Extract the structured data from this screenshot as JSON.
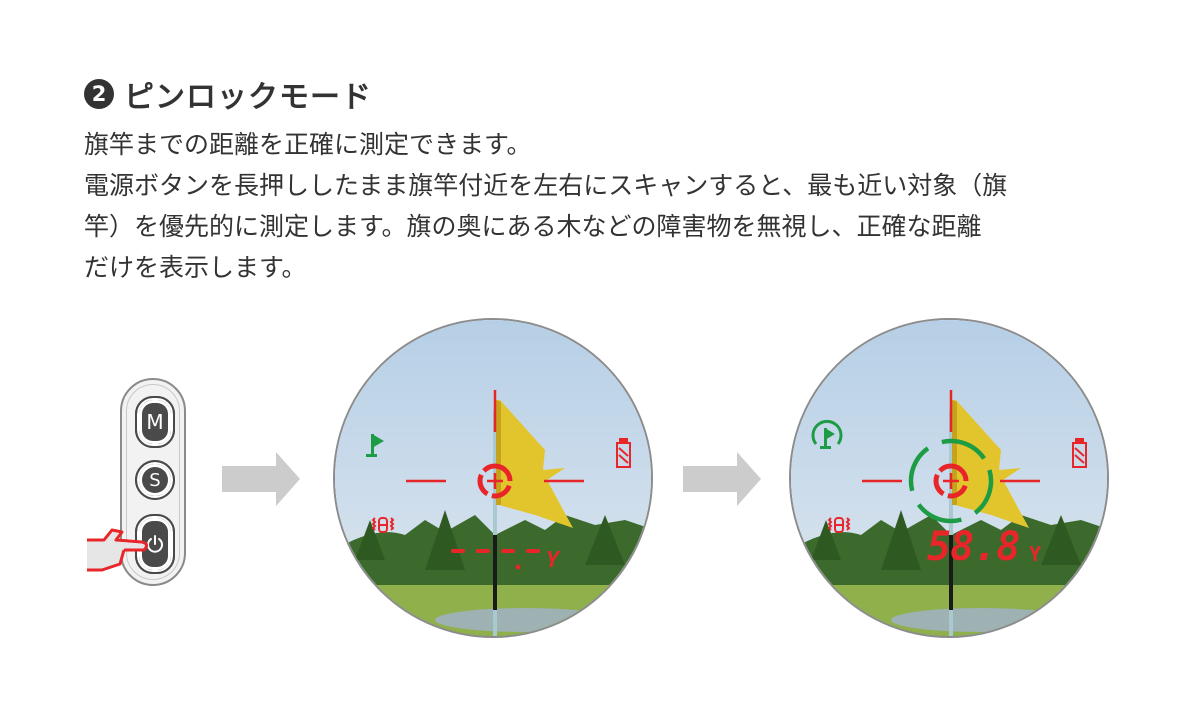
{
  "heading": {
    "number": "2",
    "title": "ピンロックモード"
  },
  "description": {
    "lines": [
      "旗竿までの距離を正確に測定できます。",
      "電源ボタンを長押ししたまま旗竿付近を左右にスキャンすると、最も近い対象（旗",
      "竿）を優先的に測定します。旗の奥にある木などの障害物を無視し、正確な距離",
      "だけを表示します。"
    ]
  },
  "remote": {
    "buttons": [
      {
        "label": "M",
        "icon": "mode-button"
      },
      {
        "label": "S",
        "icon": "scan-button"
      },
      {
        "label": "",
        "icon": "power-icon"
      }
    ],
    "pointer_icon": "hand-pointer-icon"
  },
  "arrows": [
    "right-arrow-icon",
    "right-arrow-icon"
  ],
  "views": [
    {
      "state": "scanning",
      "flag_icon": "flag-icon",
      "battery_icon": "battery-icon",
      "vibration_icon": "vibration-icon",
      "distance": "- - - -",
      "unit": "Y",
      "pin_lock": false
    },
    {
      "state": "locked",
      "flag_icon": "flag-lock-icon",
      "battery_icon": "battery-icon",
      "vibration_icon": "vibration-icon",
      "distance": "58.8",
      "unit": "Y",
      "pin_lock": true
    }
  ],
  "colors": {
    "reticle_red": "#e8262a",
    "lock_green": "#1e9c45",
    "text": "#333333",
    "arrow_gray": "#cccccc",
    "sky": "#bcd3e6"
  }
}
